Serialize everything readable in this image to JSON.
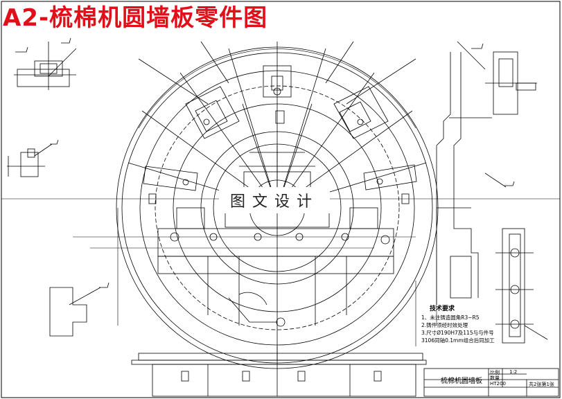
{
  "title": "A2-梳棉机圆墙板零件图",
  "watermark": "图文设计",
  "tech_requirements": {
    "heading": "技术要求",
    "items": [
      "1、未注铸造圆角R3~R5",
      "2.铸件须经时效处理",
      "3.尺寸Ø190H7及115与与件号",
      "3106同轴0.1mm组合后同加工"
    ]
  },
  "title_block": {
    "part_name": "梳棉机圆墙板",
    "scale_label": "比例",
    "scale": "1:2",
    "qty_label": "数量",
    "material": "HT200",
    "sheet": "共2张第1张"
  },
  "colors": {
    "title": "#e0101a",
    "line": "#000000",
    "background": "#ffffff"
  }
}
